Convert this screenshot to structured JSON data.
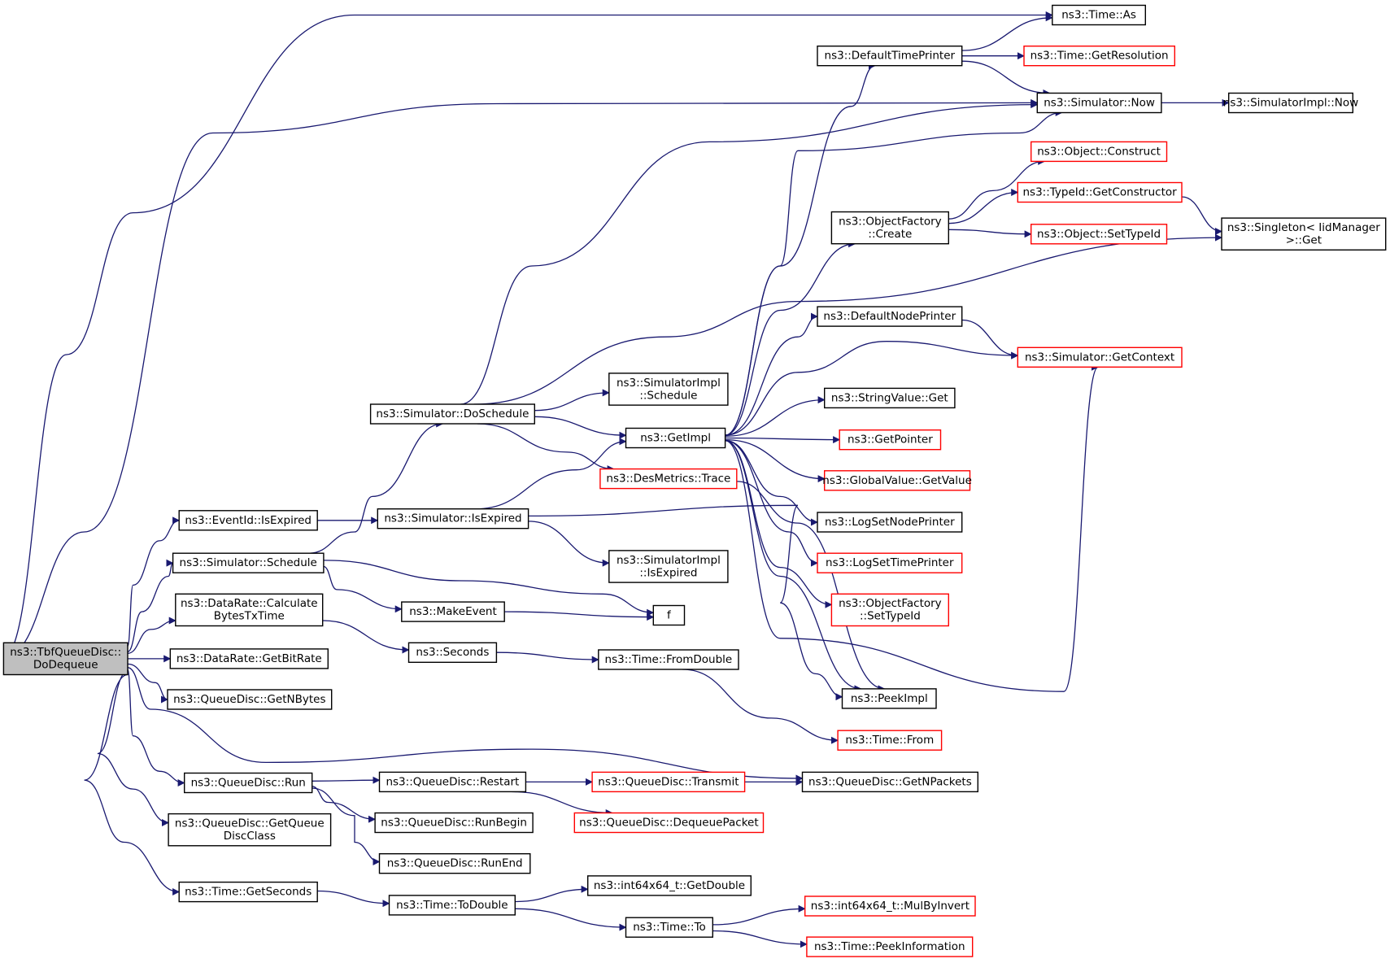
{
  "colors": {
    "edge": "#191970",
    "missing_border": "#ff0000",
    "root_fill": "#bfbfbf"
  },
  "nodes": {
    "root": [
      "ns3::TbfQueueDisc::",
      "DoDequeue"
    ],
    "time_as": [
      "ns3::Time::As"
    ],
    "default_time_printer": [
      "ns3::DefaultTimePrinter"
    ],
    "time_get_resolution": [
      "ns3::Time::GetResolution"
    ],
    "simulator_now": [
      "ns3::Simulator::Now"
    ],
    "simulatorimpl_now": [
      "ns3::SimulatorImpl::Now"
    ],
    "object_construct": [
      "ns3::Object::Construct"
    ],
    "typeid_get_constructor": [
      "ns3::TypeId::GetConstructor"
    ],
    "object_factory_create": [
      "ns3::ObjectFactory",
      "::Create"
    ],
    "singleton_get": [
      "ns3::Singleton< IidManager",
      ">::Get"
    ],
    "object_set_typeid": [
      "ns3::Object::SetTypeId"
    ],
    "default_node_printer": [
      "ns3::DefaultNodePrinter"
    ],
    "simulator_get_context": [
      "ns3::Simulator::GetContext"
    ],
    "simulatorimpl_schedule": [
      "ns3::SimulatorImpl",
      "::Schedule"
    ],
    "string_value_get": [
      "ns3::StringValue::Get"
    ],
    "simulator_do_schedule": [
      "ns3::Simulator::DoSchedule"
    ],
    "get_impl": [
      "ns3::GetImpl"
    ],
    "get_pointer": [
      "ns3::GetPointer"
    ],
    "des_metrics_trace": [
      "ns3::DesMetrics::Trace"
    ],
    "global_value_get_value": [
      "ns3::GlobalValue::GetValue"
    ],
    "eventid_is_expired": [
      "ns3::EventId::IsExpired"
    ],
    "simulator_is_expired": [
      "ns3::Simulator::IsExpired"
    ],
    "log_set_node_printer": [
      "ns3::LogSetNodePrinter"
    ],
    "simulator_schedule": [
      "ns3::Simulator::Schedule"
    ],
    "simulatorimpl_is_expired": [
      "ns3::SimulatorImpl",
      "::IsExpired"
    ],
    "log_set_time_printer": [
      "ns3::LogSetTimePrinter"
    ],
    "datarate_calculate": [
      "ns3::DataRate::Calculate",
      "BytesTxTime"
    ],
    "make_event": [
      "ns3::MakeEvent"
    ],
    "f": [
      "f"
    ],
    "object_factory_set_typeid": [
      "ns3::ObjectFactory",
      "::SetTypeId"
    ],
    "datarate_get_bitrate": [
      "ns3::DataRate::GetBitRate"
    ],
    "seconds": [
      "ns3::Seconds"
    ],
    "time_from_double": [
      "ns3::Time::FromDouble"
    ],
    "queuedisc_get_nbytes": [
      "ns3::QueueDisc::GetNBytes"
    ],
    "peek_impl": [
      "ns3::PeekImpl"
    ],
    "time_from": [
      "ns3::Time::From"
    ],
    "queuedisc_run": [
      "ns3::QueueDisc::Run"
    ],
    "queuedisc_restart": [
      "ns3::QueueDisc::Restart"
    ],
    "queuedisc_transmit": [
      "ns3::QueueDisc::Transmit"
    ],
    "queuedisc_get_npackets": [
      "ns3::QueueDisc::GetNPackets"
    ],
    "queuedisc_get_queue_disc_class": [
      "ns3::QueueDisc::GetQueue",
      "DiscClass"
    ],
    "queuedisc_run_begin": [
      "ns3::QueueDisc::RunBegin"
    ],
    "queuedisc_dequeue_packet": [
      "ns3::QueueDisc::DequeuePacket"
    ],
    "queuedisc_run_end": [
      "ns3::QueueDisc::RunEnd"
    ],
    "int64x64_get_double": [
      "ns3::int64x64_t::GetDouble"
    ],
    "time_get_seconds": [
      "ns3::Time::GetSeconds"
    ],
    "time_to_double": [
      "ns3::Time::ToDouble"
    ],
    "int64x64_mul_by_invert": [
      "ns3::int64x64_t::MulByInvert"
    ],
    "time_to": [
      "ns3::Time::To"
    ],
    "time_peek_information": [
      "ns3::Time::PeekInformation"
    ]
  }
}
